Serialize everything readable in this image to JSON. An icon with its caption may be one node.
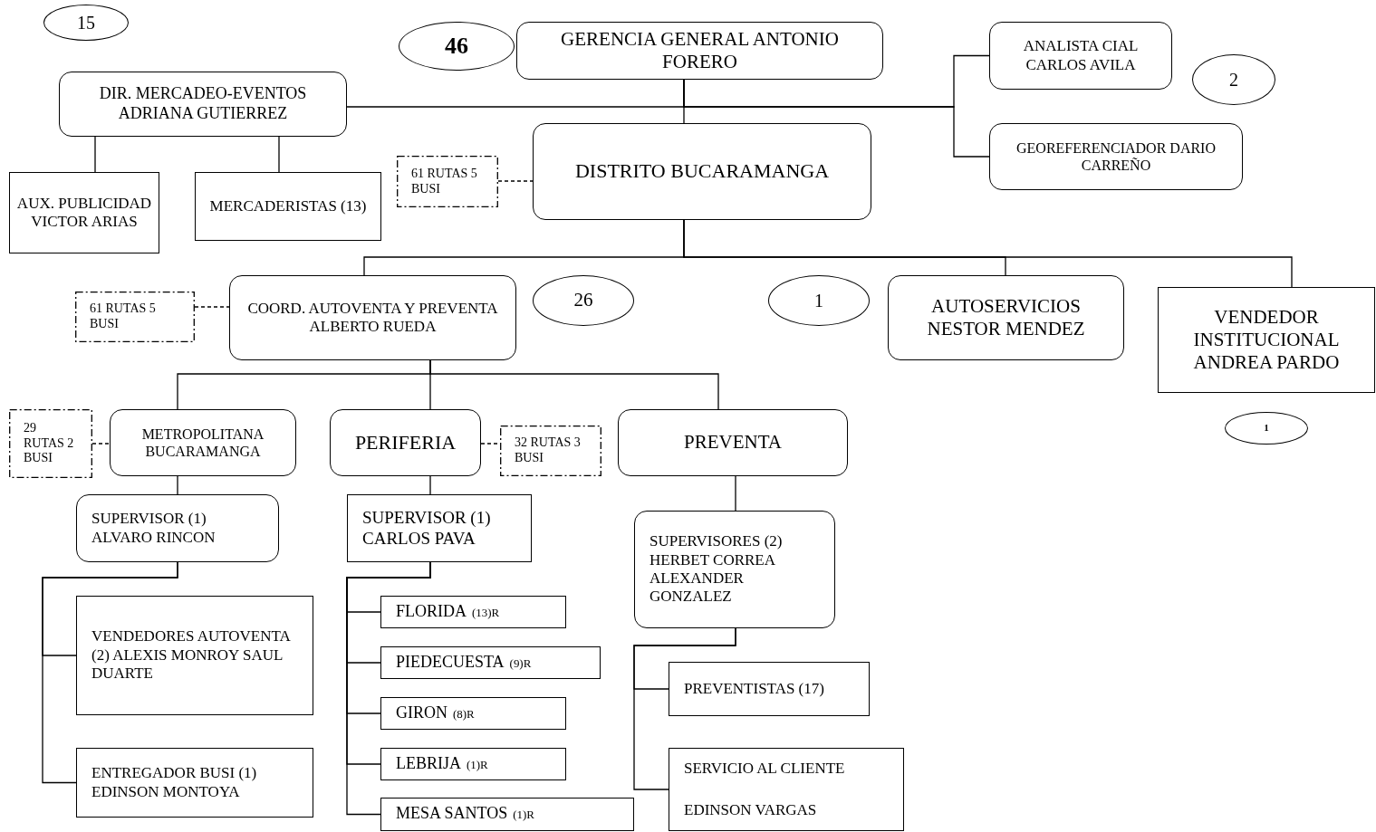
{
  "diagram": {
    "nodes": [
      {
        "text": [
          "15"
        ]
      },
      {
        "text": [
          "46"
        ]
      },
      {
        "text": [
          "GERENCIA GENERAL ANTONIO FORERO"
        ]
      },
      {
        "text": [
          "DIR. MERCADEO-EVENTOS ADRIANA GUTIERREZ"
        ]
      },
      {
        "text": [
          "ANALISTA CIAL CARLOS AVILA"
        ]
      },
      {
        "text": [
          "2"
        ]
      },
      {
        "text": [
          "GEOREFERENCIADOR DARIO CARREÑO"
        ]
      },
      {
        "text": [
          "AUX. PUBLICIDAD VICTOR ARIAS"
        ]
      },
      {
        "text": [
          "MERCADERISTAS (13)"
        ]
      },
      {
        "text": [
          "61 RUTAS 5 BUSI"
        ]
      },
      {
        "text": [
          "DISTRITO BUCARAMANGA"
        ]
      },
      {
        "text": [
          "61 RUTAS 5 BUSI"
        ]
      },
      {
        "text": [
          "COORD. AUTOVENTA Y PREVENTA ALBERTO RUEDA"
        ]
      },
      {
        "text": [
          "26"
        ]
      },
      {
        "text": [
          "1"
        ]
      },
      {
        "text": [
          "AUTOSERVICIOS NESTOR MENDEZ"
        ]
      },
      {
        "text": [
          "VENDEDOR INSTITUCIONAL ANDREA PARDO"
        ]
      },
      {
        "text": [
          "1"
        ]
      },
      {
        "text": [
          "29 RUTAS 2 BUSI"
        ]
      },
      {
        "text": [
          "METROPOLITANA BUCARAMANGA"
        ]
      },
      {
        "text": [
          "PERIFERIA"
        ]
      },
      {
        "text": [
          "32 RUTAS 3 BUSI"
        ]
      },
      {
        "text": [
          "PREVENTA"
        ]
      },
      {
        "text": [
          "SUPERVISOR (1) ALVARO RINCON"
        ]
      },
      {
        "text": [
          "SUPERVISOR (1) CARLOS PAVA"
        ]
      },
      {
        "text": [
          "SUPERVISORES (2) HERBET CORREA ALEXANDER GONZALEZ"
        ]
      },
      {
        "text": [
          "VENDEDORES AUTOVENTA (2) ALEXIS MONROY SAUL DUARTE"
        ]
      },
      {
        "text": [
          "ENTREGADOR BUSI (1) EDINSON MONTOYA"
        ]
      },
      {
        "text": [
          "FLORIDA",
          "(13)R"
        ]
      },
      {
        "text": [
          "PIEDECUESTA",
          "(9)R"
        ]
      },
      {
        "text": [
          "GIRON",
          "(8)R"
        ]
      },
      {
        "text": [
          "LEBRIJA",
          "(1)R"
        ]
      },
      {
        "text": [
          "MESA SANTOS",
          "(1)R"
        ]
      },
      {
        "text": [
          "PREVENTISTAS (17)"
        ]
      },
      {
        "text": [
          "SERVICIO AL CLIENTE",
          "EDINSON VARGAS"
        ]
      }
    ],
    "edges": [
      {
        "from": 2,
        "to": 10,
        "arrow": "none"
      },
      {
        "from": 2,
        "to": 3,
        "arrow": "none"
      },
      {
        "from": 2,
        "to": 4,
        "arrow": "none"
      },
      {
        "from": 2,
        "to": 6,
        "arrow": "none"
      },
      {
        "from": 3,
        "to": 7,
        "arrow": "none"
      },
      {
        "from": 3,
        "to": 8,
        "arrow": "none"
      },
      {
        "from": 9,
        "to": 10,
        "arrow": "none",
        "style": "dashed"
      },
      {
        "from": 10,
        "to": 12,
        "arrow": "none"
      },
      {
        "from": 10,
        "to": 15,
        "arrow": "none"
      },
      {
        "from": 10,
        "to": 16,
        "arrow": "none"
      },
      {
        "from": 11,
        "to": 12,
        "arrow": "none",
        "style": "dashed"
      },
      {
        "from": 12,
        "to": 19,
        "arrow": "none"
      },
      {
        "from": 12,
        "to": 20,
        "arrow": "none"
      },
      {
        "from": 12,
        "to": 22,
        "arrow": "none"
      },
      {
        "from": 18,
        "to": 19,
        "arrow": "none",
        "style": "dashed"
      },
      {
        "from": 20,
        "to": 21,
        "arrow": "none",
        "style": "dashed"
      },
      {
        "from": 19,
        "to": 23,
        "arrow": "none"
      },
      {
        "from": 20,
        "to": 24,
        "arrow": "none"
      },
      {
        "from": 22,
        "to": 25,
        "arrow": "none"
      },
      {
        "from": 23,
        "to": 26,
        "arrow": "none"
      },
      {
        "from": 23,
        "to": 27,
        "arrow": "none"
      },
      {
        "from": 24,
        "to": 28,
        "arrow": "none"
      },
      {
        "from": 24,
        "to": 29,
        "arrow": "none"
      },
      {
        "from": 24,
        "to": 30,
        "arrow": "none"
      },
      {
        "from": 24,
        "to": 31,
        "arrow": "none"
      },
      {
        "from": 24,
        "to": 32,
        "arrow": "none"
      },
      {
        "from": 25,
        "to": 33,
        "arrow": "none"
      },
      {
        "from": 25,
        "to": 34,
        "arrow": "none"
      }
    ]
  }
}
